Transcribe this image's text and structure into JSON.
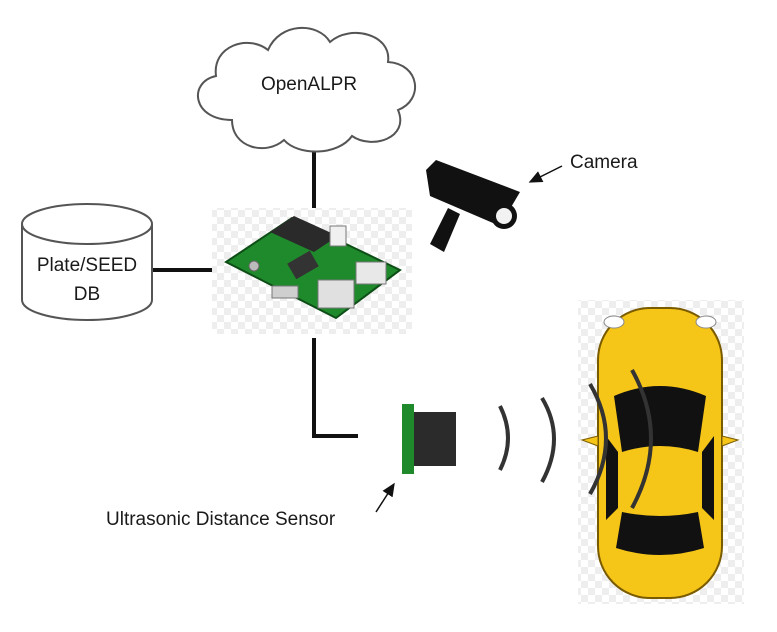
{
  "cloud": {
    "label": "OpenALPR"
  },
  "database": {
    "label_line1": "Plate/SEED",
    "label_line2": "DB"
  },
  "camera": {
    "label": "Camera"
  },
  "sensor": {
    "label": "Ultrasonic Distance Sensor"
  },
  "colors": {
    "board_green": "#1f8a2c",
    "car_yellow": "#f5c518",
    "line_black": "#111111",
    "cloud_stroke": "#555555"
  }
}
